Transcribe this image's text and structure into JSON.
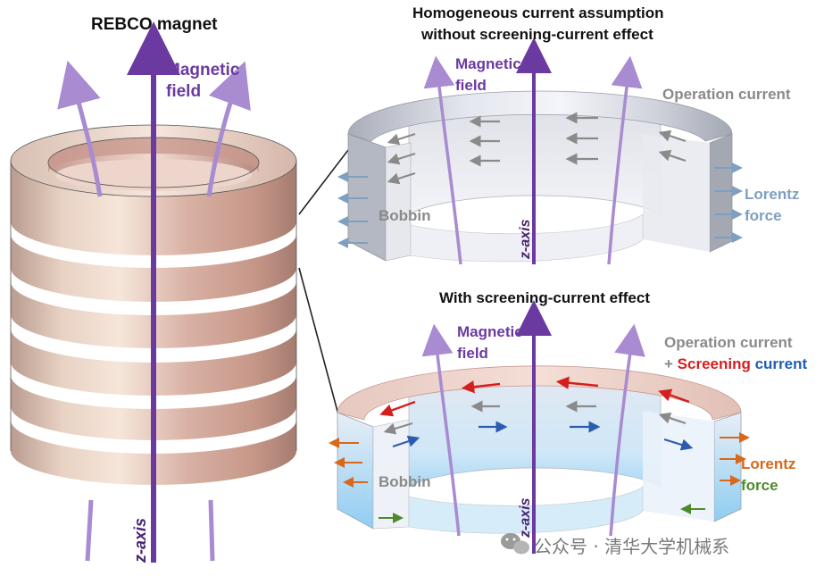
{
  "left": {
    "title": "REBCO magnet",
    "field_label": [
      "Magnetic",
      "field"
    ],
    "axis_label": "z-axis"
  },
  "top_panel": {
    "title_line1": "Homogeneous current assumption",
    "title_line2": "without screening-current effect",
    "field_label": [
      "Magnetic",
      "field"
    ],
    "operation_current": "Operation current",
    "lorentz": [
      "Lorentz",
      "force"
    ],
    "bobbin": "Bobbin",
    "axis_label": "z-axis"
  },
  "bottom_panel": {
    "title": "With screening-current effect",
    "field_label": [
      "Magnetic",
      "field"
    ],
    "operation_current": "Operation current",
    "plus": "+ ",
    "screening": "Screening",
    "current": " current",
    "lorentz": [
      "Lorentz",
      "force"
    ],
    "bobbin": "Bobbin",
    "axis_label": "z-axis"
  },
  "watermark": "公众号 · 清华大学机械系",
  "colors": {
    "purple": "#6b3aa0",
    "light_purple": "#a88bd0",
    "gray_arrow": "#8a8a8a",
    "red_arrow": "#d51f1f",
    "blue_arrow": "#2c5cb0",
    "orange_arrow": "#d8681c",
    "green_arrow": "#4e8a2c",
    "lorentz_blue": "#7f9fc0"
  }
}
